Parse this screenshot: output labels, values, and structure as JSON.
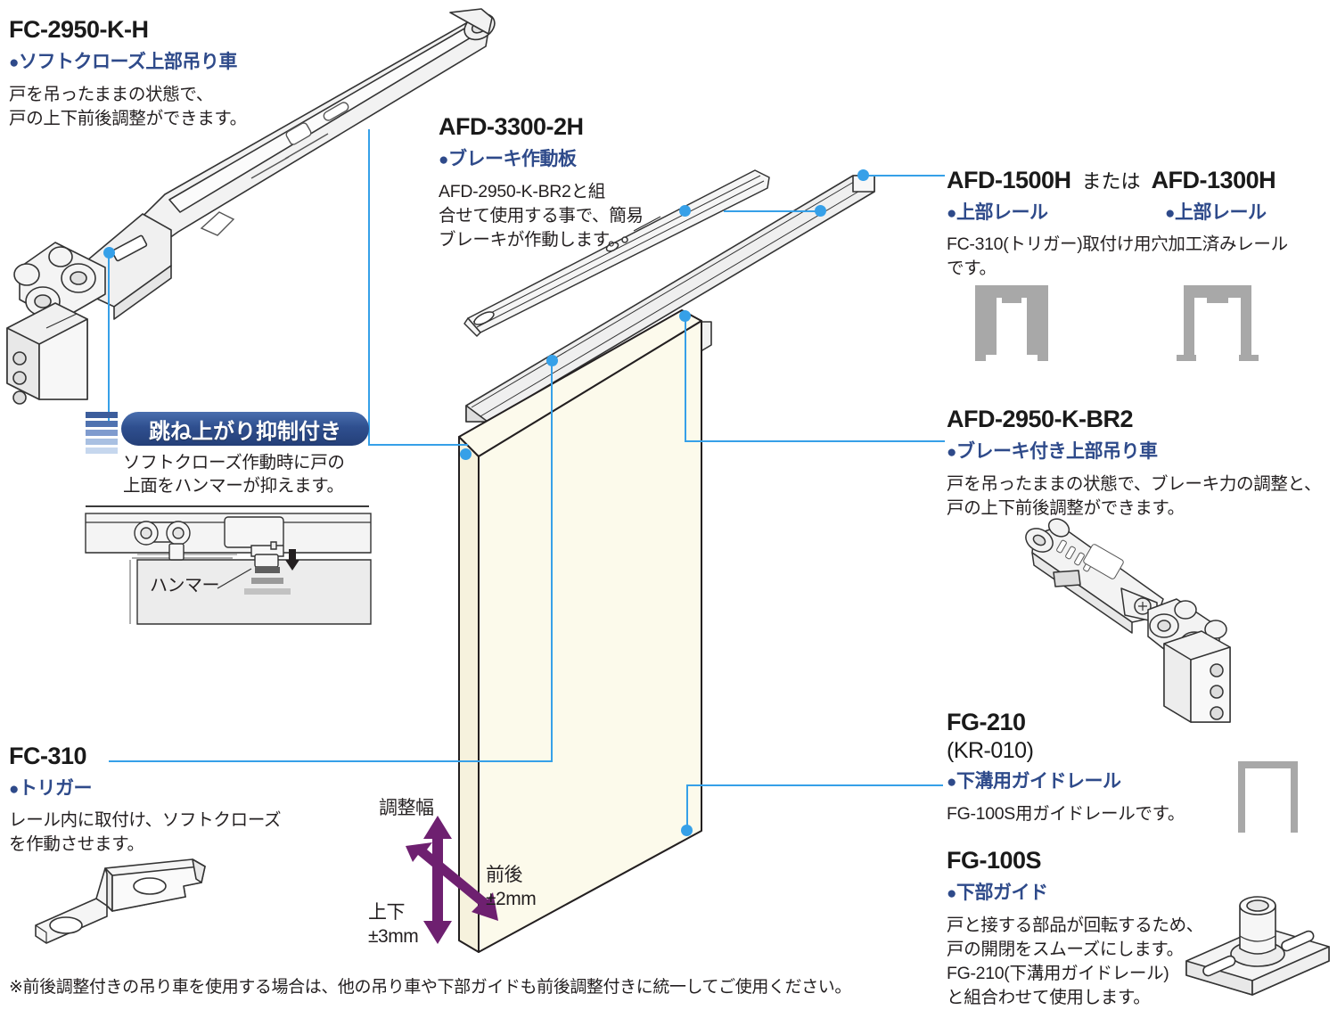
{
  "page": {
    "title": "引戸金物 構成部品図",
    "accent_blue": "#36a0e8",
    "heading_blue": "#2e4a8a",
    "door_color": "#faf7e4",
    "arrow_purple": "#6e2070",
    "footer_note": "※前後調整付きの吊り車を使用する場合は、他の吊り車や下部ガイドも前後調整付きに統一してご使用ください。"
  },
  "parts": {
    "fc2950kh": {
      "code": "FC-2950-K-H",
      "subtitle": "ソフトクローズ上部吊り車",
      "desc_line1": "戸を吊ったままの状態で、",
      "desc_line2": "戸の上下前後調整ができます。"
    },
    "afd3300": {
      "code": "AFD-3300-2H",
      "subtitle": "ブレーキ作動板",
      "desc_line1": "AFD-2950-K-BR2と組",
      "desc_line2": "合せて使用する事で、簡易",
      "desc_line3": "ブレーキが作動します。"
    },
    "afd1500": {
      "code": "AFD-1500H",
      "subtitle": "上部レール"
    },
    "afd1300": {
      "code": "AFD-1300H",
      "subtitle": "上部レール"
    },
    "rail_join": "または",
    "rail_desc_line1": "FC-310(トリガー)取付け用穴加工済みレール",
    "rail_desc_line2": "です。",
    "afd2950br2": {
      "code": "AFD-2950-K-BR2",
      "subtitle": "ブレーキ付き上部吊り車",
      "desc_line1": "戸を吊ったままの状態で、ブレーキ力の調整と、",
      "desc_line2": "戸の上下前後調整ができます。"
    },
    "fg210": {
      "code": "FG-210",
      "alt_code": "(KR-010)",
      "subtitle": "下溝用ガイドレール",
      "desc_line1": "FG-100S用ガイドレールです。"
    },
    "fg100s": {
      "code": "FG-100S",
      "subtitle": "下部ガイド",
      "desc_line1": "戸と接する部品が回転するため、",
      "desc_line2": "戸の開閉をスムーズにします。",
      "desc_line3": "FG-210(下溝用ガイドレール)",
      "desc_line4": "と組合わせて使用します。"
    },
    "fc310": {
      "code": "FC-310",
      "subtitle": "トリガー",
      "desc_line1": "レール内に取付け、ソフトクローズ",
      "desc_line2": "を作動させます。"
    }
  },
  "banner": {
    "title": "跳ね上がり抑制付き",
    "desc_line1": "ソフトクローズ作動時に戸の",
    "desc_line2": "上面をハンマーが抑えます。",
    "hammer_label": "ハンマー"
  },
  "adjustment": {
    "title": "調整幅",
    "vertical_label": "上下",
    "vertical_value": "±3mm",
    "depth_label": "前後",
    "depth_value": "±2mm"
  }
}
